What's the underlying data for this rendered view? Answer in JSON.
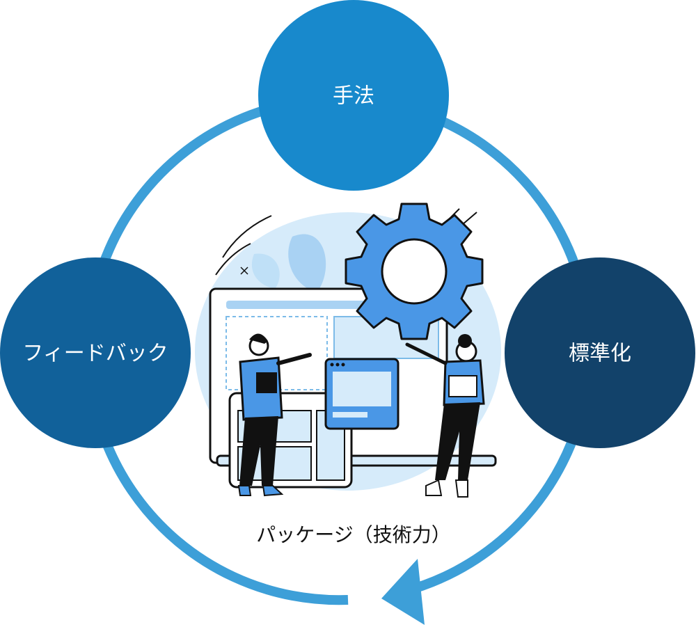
{
  "diagram": {
    "nodes": {
      "top": {
        "label": "手法",
        "color": "#1889cc"
      },
      "left": {
        "label": "フィードバック",
        "color": "#11619a"
      },
      "right": {
        "label": "標準化",
        "color": "#12426a"
      }
    },
    "center_caption": "パッケージ（技術力）",
    "cycle_color": "#3d9fd8",
    "illustration": {
      "description_icon": "team-working-on-system-illustration",
      "palette": {
        "accent": "#4a97e6",
        "light": "#d6ebfa",
        "ink": "#111111"
      }
    }
  }
}
